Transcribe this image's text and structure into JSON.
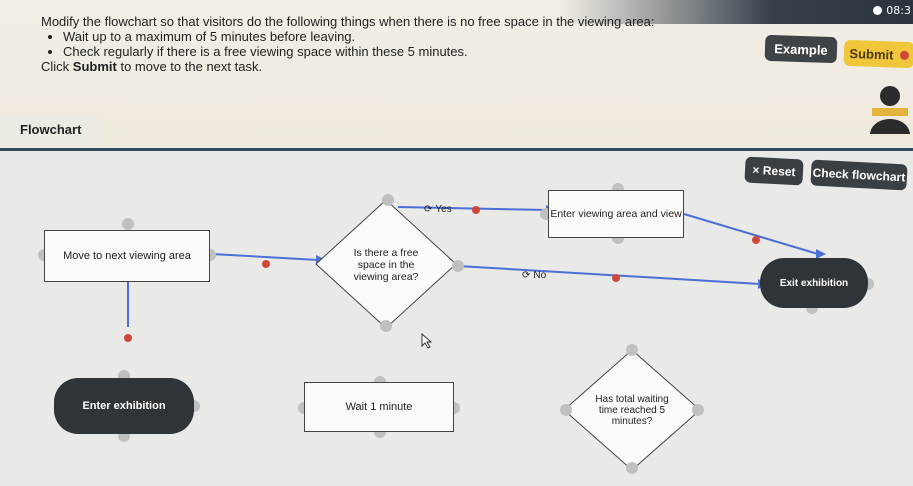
{
  "clock": {
    "time": "08:3"
  },
  "instructions": {
    "intro": "Modify the flowchart so that visitors do the following things when there is no free space in the viewing area:",
    "bullets": [
      "Wait up to a maximum of 5 minutes before leaving.",
      "Check regularly if there is a free viewing space within these 5 minutes."
    ],
    "outro_prefix": "Click ",
    "outro_bold": "Submit",
    "outro_suffix": " to move to the next task."
  },
  "toolbar": {
    "example_label": "Example",
    "submit_label": "Submit"
  },
  "section": {
    "title": "Flowchart"
  },
  "flow_controls": {
    "reset_label": "× Reset",
    "check_label": "Check flowchart"
  },
  "nodes": {
    "move": "Move to next viewing area",
    "question": "Is there a free space in the viewing area?",
    "enter_view": "Enter viewing area and view",
    "exit": "Exit exhibition",
    "enter_exhibition": "Enter exhibition",
    "wait": "Wait 1 minute",
    "total": "Has total waiting time reached 5 minutes?"
  },
  "labels": {
    "yes": "Yes",
    "no": "No"
  },
  "colors": {
    "connector": "#4b6fd6",
    "handle": "#bfc0c0",
    "endpoint": "#d2453a",
    "node_dark": "#2f3438",
    "divider": "#2f4a5a",
    "submit": "#f0c63a"
  }
}
